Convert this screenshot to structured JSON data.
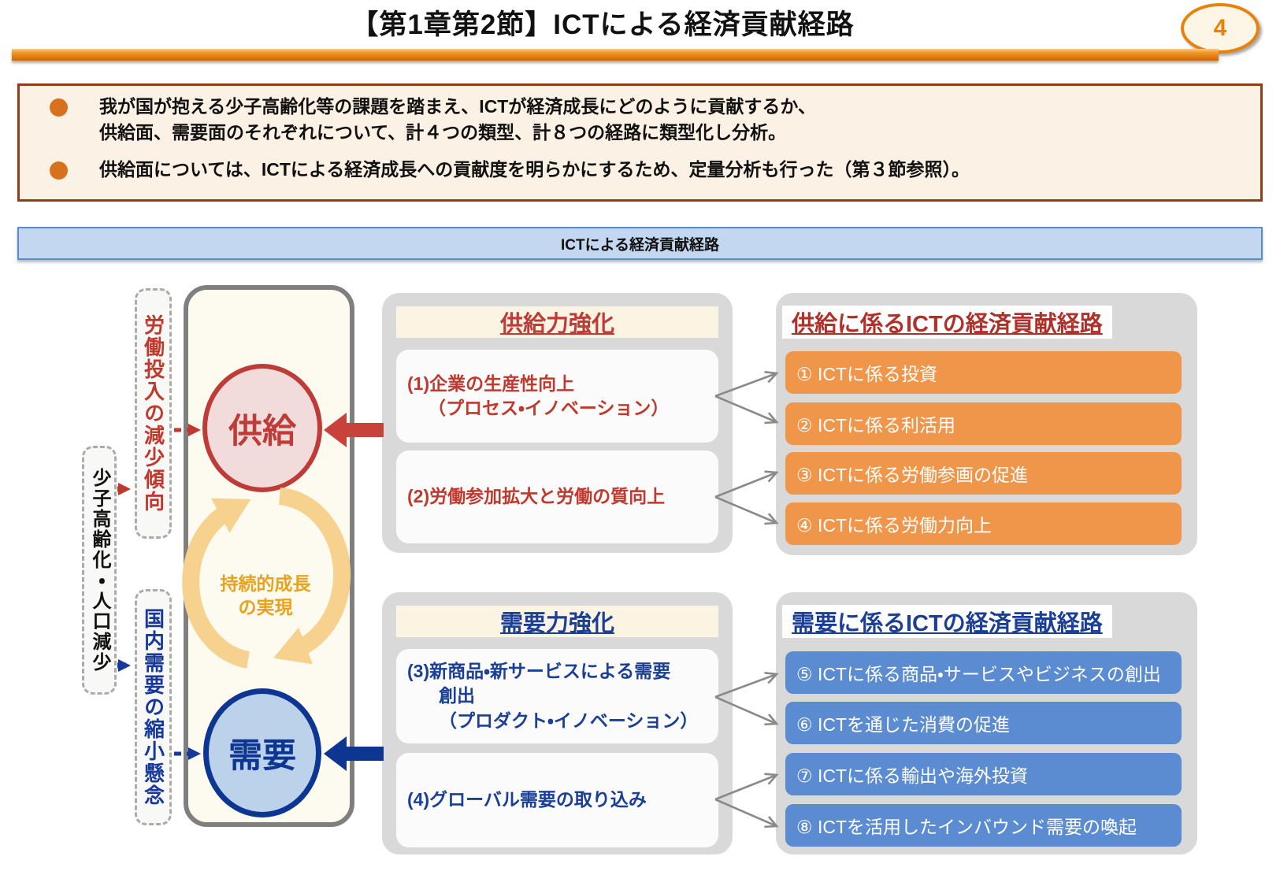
{
  "page": {
    "title": "【第1章第2節】ICTによる経済貢献経路",
    "page_number": "4"
  },
  "summary": {
    "bullets": [
      {
        "lines": [
          "我が国が抱える少子高齢化等の課題を踏まえ、ICTが経済成長にどのように貢献するか、",
          "供給面、需要面のそれぞれについて、計４つの類型、計８つの経路に類型化し分析。"
        ]
      },
      {
        "lines": [
          "供給面については、ICTによる経済成長への貢献度を明らかにするため、定量分析も行った（第３節参照）。"
        ]
      }
    ]
  },
  "banner": {
    "title": "ICTによる経済貢献経路"
  },
  "diagram": {
    "left_factors": {
      "root_cause": "少子高齢化・人口減少",
      "supply_concern": "労働投入の減少傾向",
      "demand_concern": "国内需要の縮小懸念"
    },
    "core": {
      "supply_label": "供給",
      "demand_label": "需要",
      "cycle_lines": [
        "持続的成長",
        "の実現"
      ]
    },
    "supply_panel": {
      "header": "供給力強化",
      "items": [
        {
          "lines": [
            "(1)企業の生産性向上",
            "（プロセス・イノベーション）"
          ]
        },
        {
          "lines": [
            "(2)労働参加拡大と労働の質向上"
          ]
        }
      ]
    },
    "demand_panel": {
      "header": "需要力強化",
      "items": [
        {
          "lines": [
            "(3)新商品・新サービスによる需要",
            "創出",
            "（プロダクト・イノベーション）"
          ]
        },
        {
          "lines": [
            "(4)グローバル需要の取り込み"
          ]
        }
      ]
    },
    "supply_paths": {
      "header": "供給に係るICTの経済貢献経路",
      "items": [
        "① ICTに係る投資",
        "② ICTに係る利活用",
        "③ ICTに係る労働参画の促進",
        "④ ICTに係る労働力向上"
      ]
    },
    "demand_paths": {
      "header": "需要に係るICTの経済貢献経路",
      "items": [
        "⑤ ICTに係る商品・サービスやビジネスの創出",
        "⑥ ICTを通じた消費の促進",
        "⑦ ICTに係る輸出や海外投資",
        "⑧ ICTを活用したインバウンド需要の喚起"
      ]
    }
  },
  "colors": {
    "accent_orange": "#E8820C",
    "supply_red": "#BE3B38",
    "demand_blue": "#0D3692",
    "path_orange": "#F0964B",
    "path_blue": "#5B8BD0",
    "cycle_gold": "#F7D28F",
    "cycle_text_gold": "#E9A21B",
    "panel_gray": "#D9D9D9",
    "banner_blue": "#C3D7F0",
    "note_bg": "#FCF1E5",
    "note_border": "#8F3C19"
  }
}
